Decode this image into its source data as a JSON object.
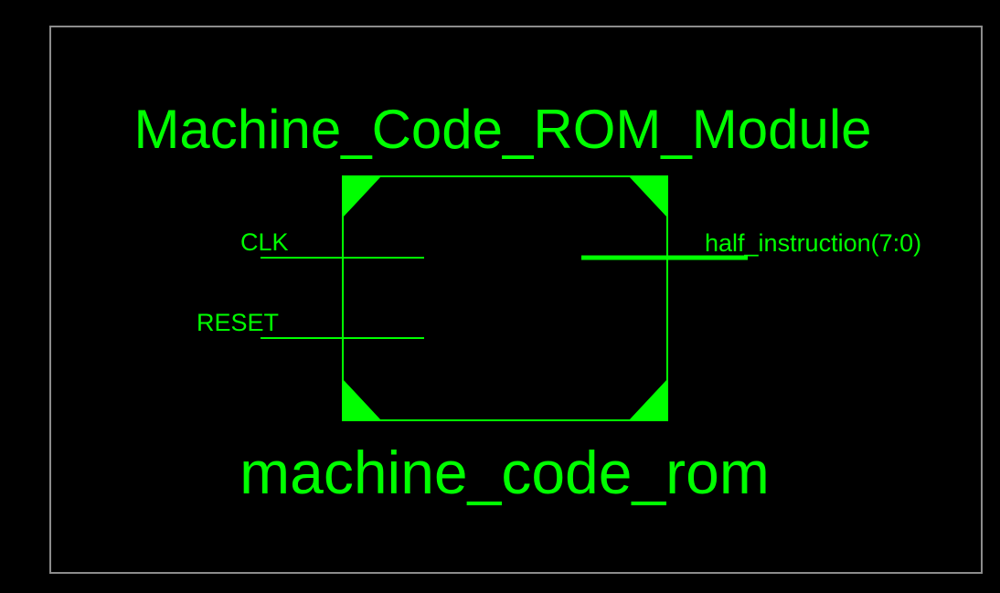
{
  "colors": {
    "background": "#000000",
    "frame": "#8c8c8c",
    "schematic": "#00ff00"
  },
  "diagram": {
    "module_name": "Machine_Code_ROM_Module",
    "instance_name": "machine_code_rom",
    "inputs": [
      {
        "label": "CLK"
      },
      {
        "label": "RESET"
      }
    ],
    "outputs": [
      {
        "label": "half_instruction(7:0)",
        "bus": true
      }
    ]
  }
}
